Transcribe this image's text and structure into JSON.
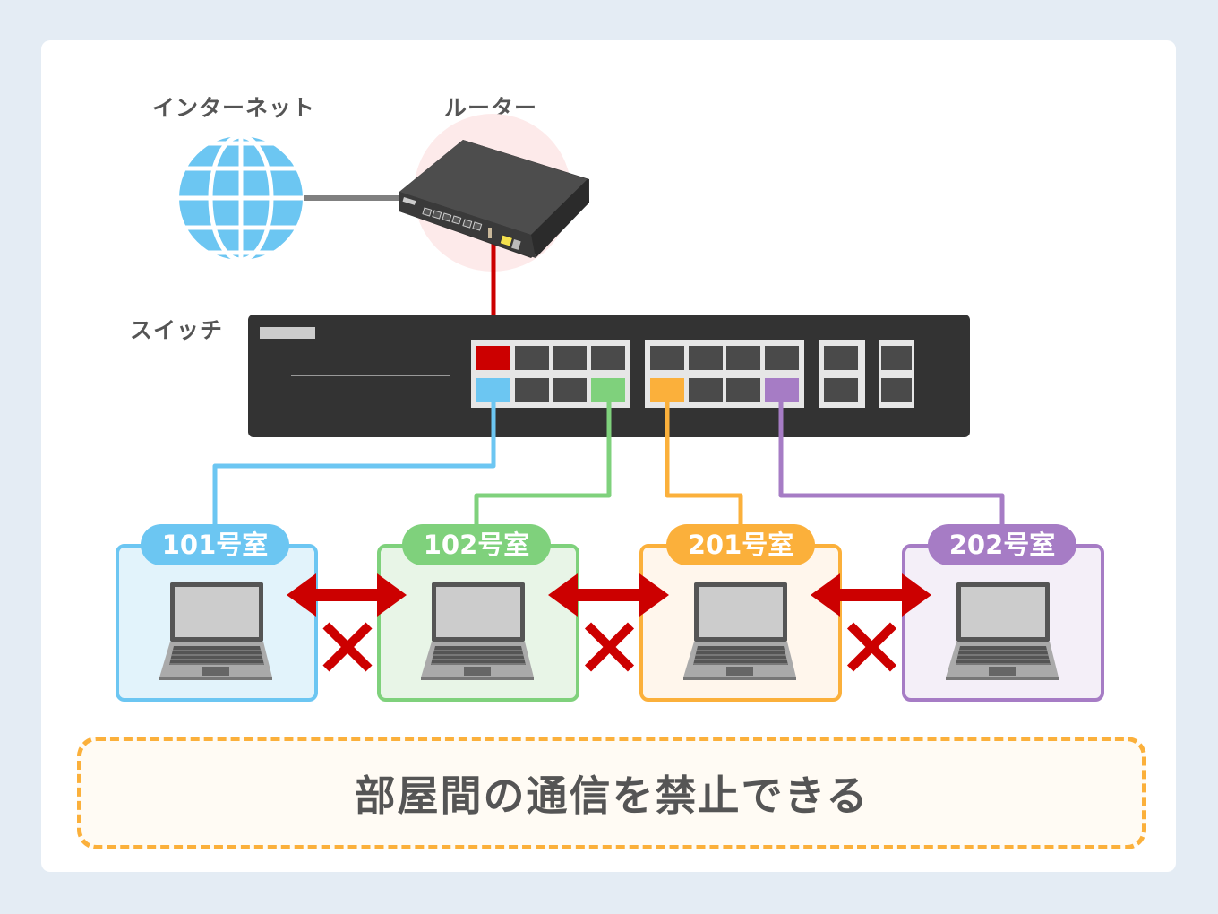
{
  "labels": {
    "internet": "インターネット",
    "router": "ルーター",
    "switch": "スイッチ"
  },
  "rooms": [
    {
      "name": "101号室",
      "color": "#6cc6f2",
      "bg": "#e2f3fb"
    },
    {
      "name": "102号室",
      "color": "#7fd17c",
      "bg": "#e8f5e7"
    },
    {
      "name": "201号室",
      "color": "#fbb03b",
      "bg": "#fff6ec"
    },
    {
      "name": "202号室",
      "color": "#a67cc5",
      "bg": "#f4eff8"
    }
  ],
  "colors": {
    "uplink": "#cc0000",
    "blocked": "#cc0000",
    "switch_body": "#333333",
    "port": "#4a4a4a",
    "globe": "#6cc6f2"
  },
  "switch_ports": {
    "uplink_port": "red",
    "connected_ports": [
      "blue",
      "green",
      "orange",
      "purple"
    ]
  },
  "blocked_links": [
    {
      "from": "101号室",
      "to": "102号室",
      "status": "禁止"
    },
    {
      "from": "102号室",
      "to": "201号室",
      "status": "禁止"
    },
    {
      "from": "201号室",
      "to": "202号室",
      "status": "禁止"
    }
  ],
  "summary": "部屋間の通信を禁止できる"
}
